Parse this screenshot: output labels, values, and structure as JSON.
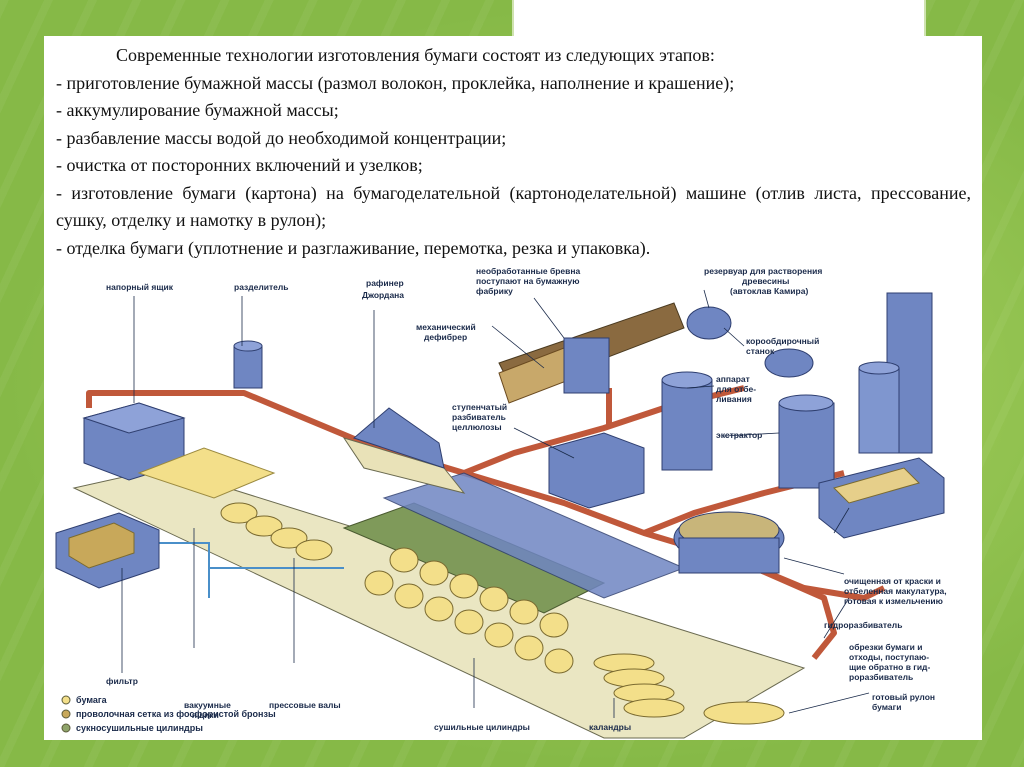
{
  "intro": {
    "lead": "Современные технологии изготовления бумаги состоят из следующих этапов:",
    "steps": [
      "- приготовление бумажной массы (размол волокон, проклейка, наполнение и крашение);",
      "- аккумулирование бумажной массы;",
      "- разбавление массы водой до необходимой концентрации;",
      "- очистка от посторонних включений и узелков;",
      "- изготовление бумаги (картона) на бумагоделательной (картоноделательной) машине (отлив листа, прессование, сушку, отделку и намотку в рулон);",
      "- отделка бумаги (уплотнение и разглаживание, перемотка, резка и упаковка)."
    ]
  },
  "diagram": {
    "labels": {
      "headbox": "напорный ящик",
      "separator": "разделитель",
      "refiner_1": "рафинер",
      "refiner_2": "Джордана",
      "logs_1": "необработанные бревна",
      "logs_2": "поступают на бумажную",
      "logs_3": "фабрику",
      "tank_1": "резервуар для растворения",
      "tank_2": "древесины",
      "tank_3": "(автоклав Камира)",
      "defibrator_1": "механический",
      "defibrator_2": "дефибрер",
      "debarker_1": "корообдирочный",
      "debarker_2": "станок",
      "bleach_1": "аппарат",
      "bleach_2": "для отбе-",
      "bleach_3": "ливания",
      "pulper_1": "ступенчатый",
      "pulper_2": "разбиватель",
      "pulper_3": "целлюлозы",
      "extractor": "экстрактор",
      "waste_1": "очищенная от краски и",
      "waste_2": "отбеленная макулатура,",
      "waste_3": "готовая к измельчению",
      "hydropulper": "гидроразбиватель",
      "trim_1": "обрезки бумаги и",
      "trim_2": "отходы, поступаю-",
      "trim_3": "щие обратно в гид-",
      "trim_4": "роразбиватель",
      "filter": "фильтр",
      "vacuum_1": "вакуумные",
      "vacuum_2": "ящики",
      "press": "прессовые валы",
      "dryers": "сушильные цилиндры",
      "calenders": "каландры",
      "roll_1": "готовый рулон",
      "roll_2": "бумаги"
    },
    "legend": [
      {
        "label": "бумага",
        "color": "#f3df8a"
      },
      {
        "label": "проволочная сетка из фосфористой бронзы",
        "color": "#c8a85a"
      },
      {
        "label": "сукносушильные цилиндры",
        "color": "#8fa46a"
      }
    ],
    "colors": {
      "machine": "#6f86c2",
      "machine_dark": "#3f528f",
      "pipe": "#c0583a",
      "water_pipe": "#4a8fc9",
      "paper": "#f3df8a",
      "felt": "#7f9a5a",
      "floor": "#eae6c2"
    }
  }
}
